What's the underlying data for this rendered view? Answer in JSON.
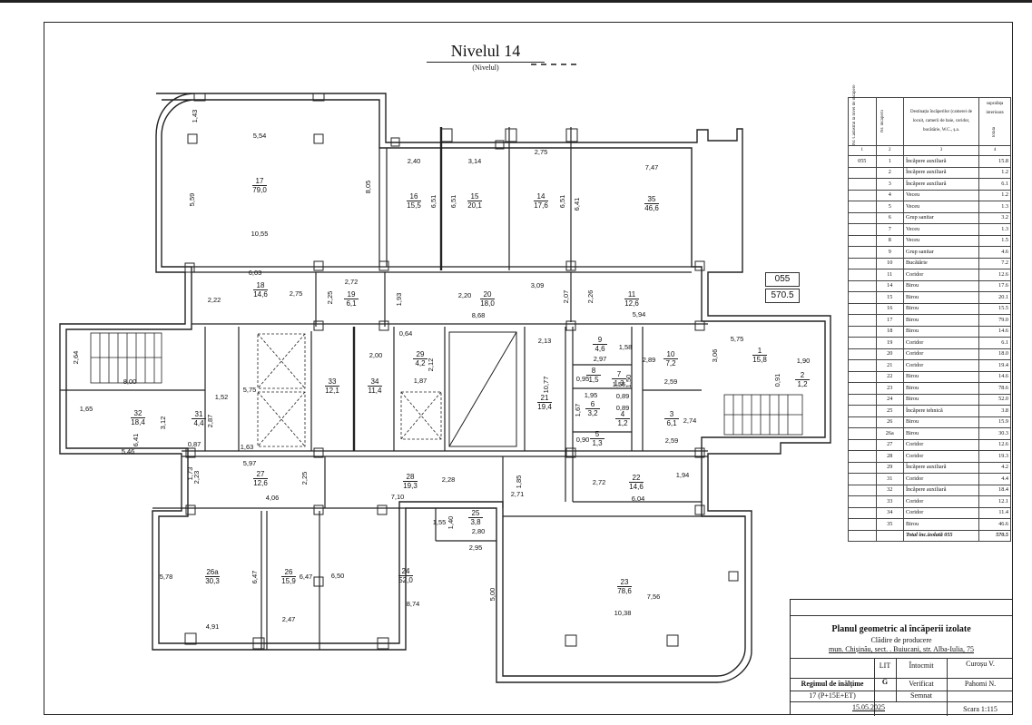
{
  "title": "Nivelul 14",
  "title_sub": "(Nivelul)",
  "side_box": {
    "code": "055",
    "total": "570.5"
  },
  "rooms": [
    {
      "no": "17",
      "area": "79,0",
      "dims": [
        "5,54",
        "5,59",
        "8,05",
        "10,55",
        "1,43"
      ]
    },
    {
      "no": "16",
      "area": "15,5",
      "dims": [
        "2,40",
        "6,51"
      ]
    },
    {
      "no": "15",
      "area": "20,1",
      "dims": [
        "3,14",
        "6,51"
      ]
    },
    {
      "no": "14",
      "area": "17,6",
      "dims": [
        "2,75",
        "6,51"
      ]
    },
    {
      "no": "35",
      "area": "46,6",
      "dims": [
        "7,47",
        "6,41"
      ]
    },
    {
      "no": "18",
      "area": "14,6",
      "dims": [
        "6,03",
        "2,75",
        "2,22"
      ]
    },
    {
      "no": "19",
      "area": "6,1",
      "dims": [
        "2,72",
        "2,25"
      ]
    },
    {
      "no": "20",
      "area": "18,0",
      "dims": [
        "2,20",
        "8,68",
        "1,93"
      ]
    },
    {
      "no": "11",
      "area": "12,6",
      "dims": [
        "3,09",
        "2,07",
        "2,26",
        "5,94"
      ]
    },
    {
      "no": "32",
      "area": "18,4",
      "dims": [
        "8,00",
        "3,12",
        "6,41",
        "5,46",
        "1,65",
        "2,64"
      ]
    },
    {
      "no": "31",
      "area": "4,4",
      "dims": [
        "1,52",
        "2,87",
        "5,75",
        "0,87",
        "1,63"
      ]
    },
    {
      "no": "33",
      "area": "12,1",
      "dims": []
    },
    {
      "no": "34",
      "area": "11,4",
      "dims": [
        "2,00"
      ]
    },
    {
      "no": "29",
      "area": "4,2",
      "dims": [
        "0,64",
        "2,12",
        "1,87"
      ]
    },
    {
      "no": "21",
      "area": "19,4",
      "dims": [
        "2,13",
        "10,77"
      ]
    },
    {
      "no": "9",
      "area": "4,6",
      "dims": [
        "1,58",
        "2,97"
      ]
    },
    {
      "no": "8",
      "area": "1,5",
      "dims": [
        "0,95"
      ]
    },
    {
      "no": "7",
      "area": "1,3",
      "dims": [
        "1,56",
        "1,50"
      ]
    },
    {
      "no": "6",
      "area": "3,2",
      "dims": [
        "1,95",
        "1,67"
      ]
    },
    {
      "no": "4",
      "area": "1,2",
      "dims": [
        "0,89",
        "0,89"
      ]
    },
    {
      "no": "5",
      "area": "1,3",
      "dims": [
        "0,90"
      ]
    },
    {
      "no": "10",
      "area": "7,2",
      "dims": [
        "2,89",
        "2,59"
      ]
    },
    {
      "no": "3",
      "area": "6,1",
      "dims": [
        "2,74",
        "2,59"
      ]
    },
    {
      "no": "1",
      "area": "15,8",
      "dims": [
        "5,75",
        "3,06"
      ]
    },
    {
      "no": "2",
      "area": "1,2",
      "dims": [
        "1,90",
        "0,91"
      ]
    },
    {
      "no": "27",
      "area": "12,6",
      "dims": [
        "5,97",
        "1,73",
        "2,23",
        "2,25",
        "4,06"
      ]
    },
    {
      "no": "28",
      "area": "19,3",
      "dims": [
        "2,28",
        "7,10",
        "1,85",
        "2,71"
      ]
    },
    {
      "no": "22",
      "area": "14,6",
      "dims": [
        "2,72",
        "1,94",
        "6,04"
      ]
    },
    {
      "no": "25",
      "area": "3,8",
      "dims": [
        "1,55",
        "1,40",
        "2,80"
      ]
    },
    {
      "no": "26a",
      "area": "30,3",
      "dims": [
        "5,78",
        "6,47",
        "4,91"
      ]
    },
    {
      "no": "26",
      "area": "15,9",
      "dims": [
        "6,47",
        "2,47"
      ]
    },
    {
      "no": "24",
      "area": "52,0",
      "dims": [
        "6,50",
        "5,00",
        "8,74",
        "2,95"
      ]
    },
    {
      "no": "23",
      "area": "78,6",
      "dims": [
        "7,56",
        "10,38"
      ]
    }
  ],
  "table": {
    "headers": {
      "c1": "Nr. Cadastral la nivel de încăpere",
      "c2": "Nr. încăperii",
      "c3": "Destinația încăperilor (camerei de locuit, camerii de baie, coridor, bucătărie, W.C., ș.a.",
      "c4_top": "suprafața interioara",
      "c4": "totală"
    },
    "index_row": [
      "1",
      "2",
      "3",
      "4"
    ],
    "cadastral": "055",
    "rows": [
      {
        "n": "1",
        "name": "Încăpere auxiliară",
        "area": "15.8"
      },
      {
        "n": "2",
        "name": "Încăpere auxiliară",
        "area": "1.2"
      },
      {
        "n": "3",
        "name": "Încăpere auxiliară",
        "area": "6.1"
      },
      {
        "n": "4",
        "name": "Veceu",
        "area": "1.2"
      },
      {
        "n": "5",
        "name": "Veceu",
        "area": "1.3"
      },
      {
        "n": "6",
        "name": "Grup sanitar",
        "area": "3.2"
      },
      {
        "n": "7",
        "name": "Veceu",
        "area": "1.3"
      },
      {
        "n": "8",
        "name": "Veceu",
        "area": "1.5"
      },
      {
        "n": "9",
        "name": "Grup sanitar",
        "area": "4.6"
      },
      {
        "n": "10",
        "name": "Bucătărie",
        "area": "7.2"
      },
      {
        "n": "11",
        "name": "Coridor",
        "area": "12.6"
      },
      {
        "n": "14",
        "name": "Birou",
        "area": "17.6"
      },
      {
        "n": "15",
        "name": "Birou",
        "area": "20.1"
      },
      {
        "n": "16",
        "name": "Birou",
        "area": "15.5"
      },
      {
        "n": "17",
        "name": "Birou",
        "area": "79.0"
      },
      {
        "n": "18",
        "name": "Birou",
        "area": "14.6"
      },
      {
        "n": "19",
        "name": "Coridor",
        "area": "6.1"
      },
      {
        "n": "20",
        "name": "Coridor",
        "area": "18.0"
      },
      {
        "n": "21",
        "name": "Coridor",
        "area": "19.4"
      },
      {
        "n": "22",
        "name": "Birou",
        "area": "14.6"
      },
      {
        "n": "23",
        "name": "Birou",
        "area": "78.6"
      },
      {
        "n": "24",
        "name": "Birou",
        "area": "52.0"
      },
      {
        "n": "25",
        "name": "Încăpere tehnică",
        "area": "3.8"
      },
      {
        "n": "26",
        "name": "Birou",
        "area": "15.9"
      },
      {
        "n": "26a",
        "name": "Birou",
        "area": "30.3"
      },
      {
        "n": "27",
        "name": "Coridor",
        "area": "12.6"
      },
      {
        "n": "28",
        "name": "Coridor",
        "area": "19.3"
      },
      {
        "n": "29",
        "name": "Încăpere auxiliară",
        "area": "4.2"
      },
      {
        "n": "31",
        "name": "Coridor",
        "area": "4.4"
      },
      {
        "n": "32",
        "name": "Încăpere auxiliară",
        "area": "18.4"
      },
      {
        "n": "33",
        "name": "Coridor",
        "area": "12.1"
      },
      {
        "n": "34",
        "name": "Coridor",
        "area": "11.4"
      },
      {
        "n": "35",
        "name": "Birou",
        "area": "46.6"
      }
    ],
    "total_label": "Total înc.izolată 055",
    "total_value": "570.5"
  },
  "stamp": {
    "title": "Planul geometric al încăperii izolate",
    "object": "Clădire de producere",
    "address": "mun. Chișinău, sect. . Buiucani, str. Alba-Iulia, 75",
    "lit_label": "LIT",
    "lit_value": "G",
    "intocmit_label": "Întocmit",
    "intocmit_name": "Curoșu V.",
    "verificat_label": "Verificat",
    "verificat_name": "Pahomi N.",
    "semnat_label": "Semnat",
    "regim_label": "Regimul de înălțime",
    "regim_value": "17 (P+15E+ET)",
    "date": "15.05.2025",
    "scale": "Scara 1:115"
  }
}
